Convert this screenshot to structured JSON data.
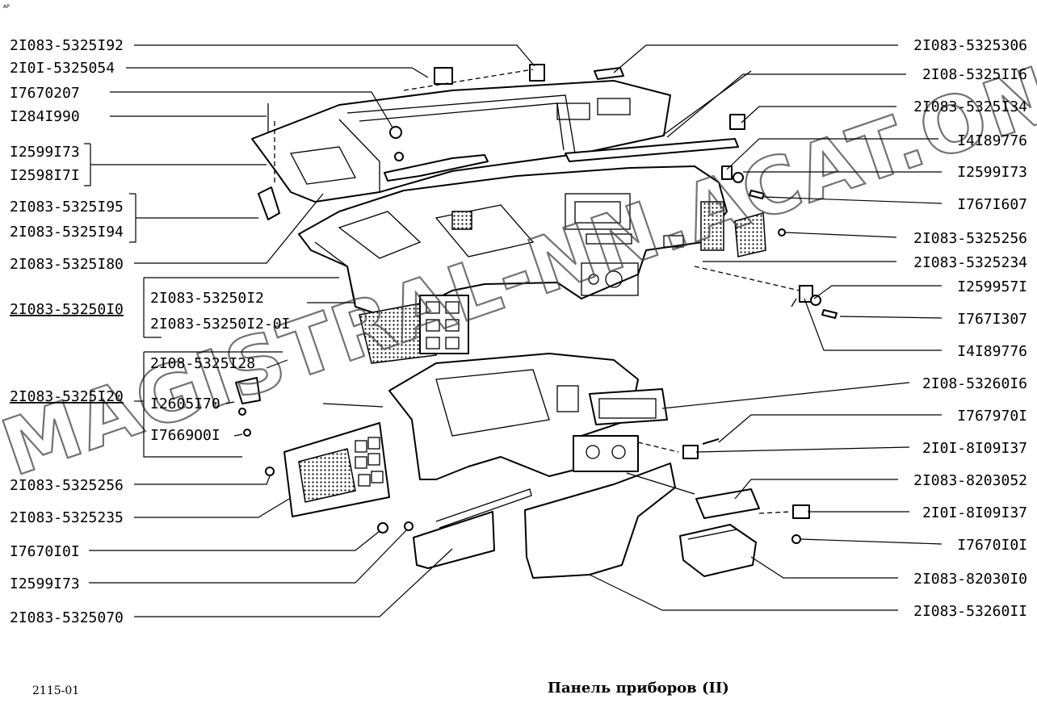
{
  "corner_mark": "AP",
  "sheet_code": "2115-01",
  "caption": "Панель приборов (II)",
  "watermark": "MAGISTRAL-NN.ACAT.ONLINE",
  "labels_left": [
    "2I083-5325I92",
    "2I0I-5325054",
    "I7670207",
    "I284I990",
    "I2599I73",
    "I2598I7I",
    "2I083-5325I95",
    "2I083-5325I94",
    "2I083-5325I80",
    "2I083-53250I0",
    "2I083-53250I2",
    "2I083-53250I2-0I",
    "2I08-5325I28",
    "2I083-5325I20",
    "I2605I70",
    "I7669O0I",
    "2I083-5325256",
    "2I083-5325235",
    "I7670I0I",
    "I2599I73",
    "2I083-5325070"
  ],
  "labels_right": [
    "2I083-5325306",
    "2I08-5325II6",
    "2I083-5325I34",
    "I4I89776",
    "I2599I73",
    "I767I607",
    "2I083-5325256",
    "2I083-5325234",
    "I259957I",
    "I767I307",
    "I4I89776",
    "2I08-53260I6",
    "I767970I",
    "2I0I-8I09I37",
    "2I083-8203052",
    "2I0I-8I09I37",
    "I7670I0I",
    "2I083-82030I0",
    "2I083-53260II"
  ]
}
